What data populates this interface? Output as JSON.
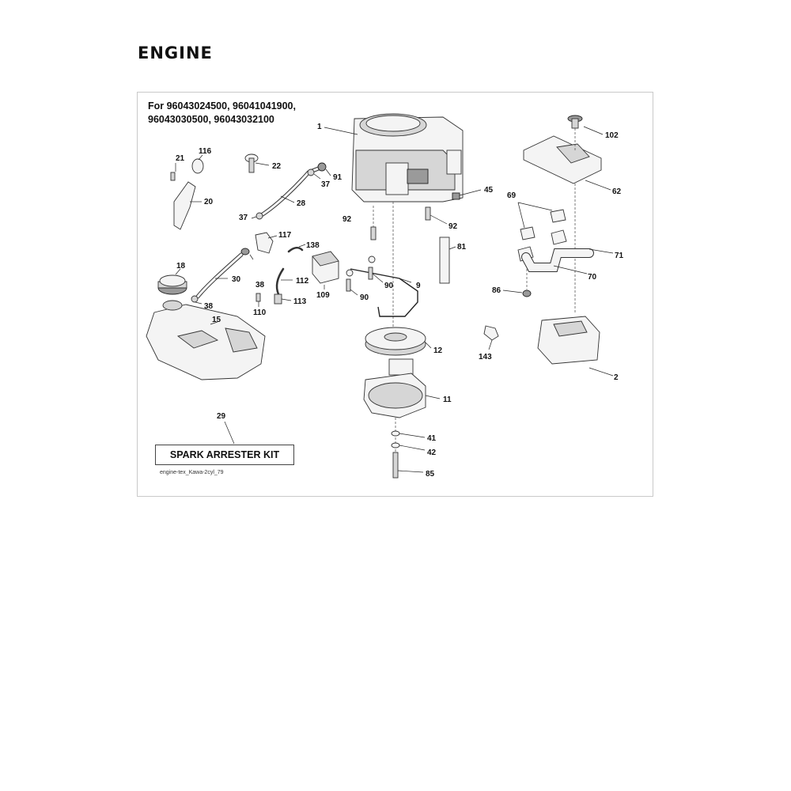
{
  "title": "ENGINE",
  "models": {
    "line1": "For 96043024500, 96041041900,",
    "line2": "96043030500, 96043032100"
  },
  "kit": {
    "number": "29",
    "label": "SPARK ARRESTER KIT"
  },
  "caption": "engine-tex_Kawa-2cyl_79",
  "part_numbers": {
    "p1": "1",
    "p102": "102",
    "p62": "62",
    "p45": "45",
    "p92a": "92",
    "p92b": "92",
    "p91": "91",
    "p37a": "37",
    "p37b": "37",
    "p28": "28",
    "p22": "22",
    "p21": "21",
    "p116": "116",
    "p20": "20",
    "p117": "117",
    "p38a": "38",
    "p38b": "38",
    "p138": "138",
    "p18": "18",
    "p30": "30",
    "p112": "112",
    "p109": "109",
    "p113": "113",
    "p110": "110",
    "p15": "15",
    "p90a": "90",
    "p90b": "90",
    "p9": "9",
    "p81": "81",
    "p69": "69",
    "p71": "71",
    "p70": "70",
    "p86": "86",
    "p143": "143",
    "p12": "12",
    "p11": "11",
    "p2": "2",
    "p41": "41",
    "p42": "42",
    "p85": "85"
  }
}
